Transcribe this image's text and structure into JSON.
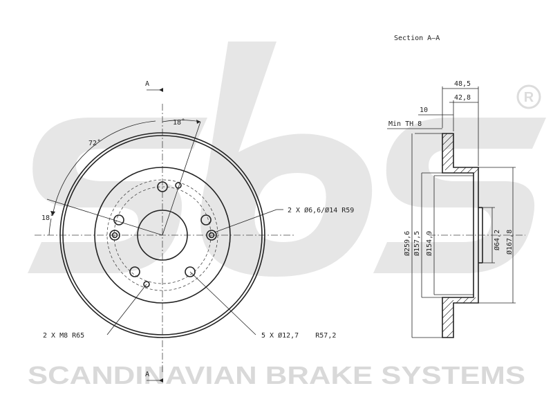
{
  "watermark": {
    "brand_text": "SCANDINAVIAN BRAKE SYSTEMS",
    "registered_mark": "R"
  },
  "front_view": {
    "section_mark_top": "A",
    "section_mark_bottom": "A",
    "angle_top": "18˚",
    "angle_upper_left": "72˚",
    "angle_left": "18˚",
    "callout_right": "2 X Ø6,6/Ø14 R59",
    "callout_bottom_left": "2 X M8 R65",
    "callout_bottom_right": "5 X Ø12,7    R57,2"
  },
  "section_view": {
    "title": "Section A–A",
    "dim_48_5": "48,5",
    "dim_42_8": "42,8",
    "dim_10": "10",
    "min_th": "Min TH 8",
    "dia_259_6": "Ø259,6",
    "dia_157_5": "Ø157,5",
    "dia_154_9": "Ø154,9",
    "dia_64_2": "Ø64,2",
    "dia_167_8": "Ø167,8"
  }
}
